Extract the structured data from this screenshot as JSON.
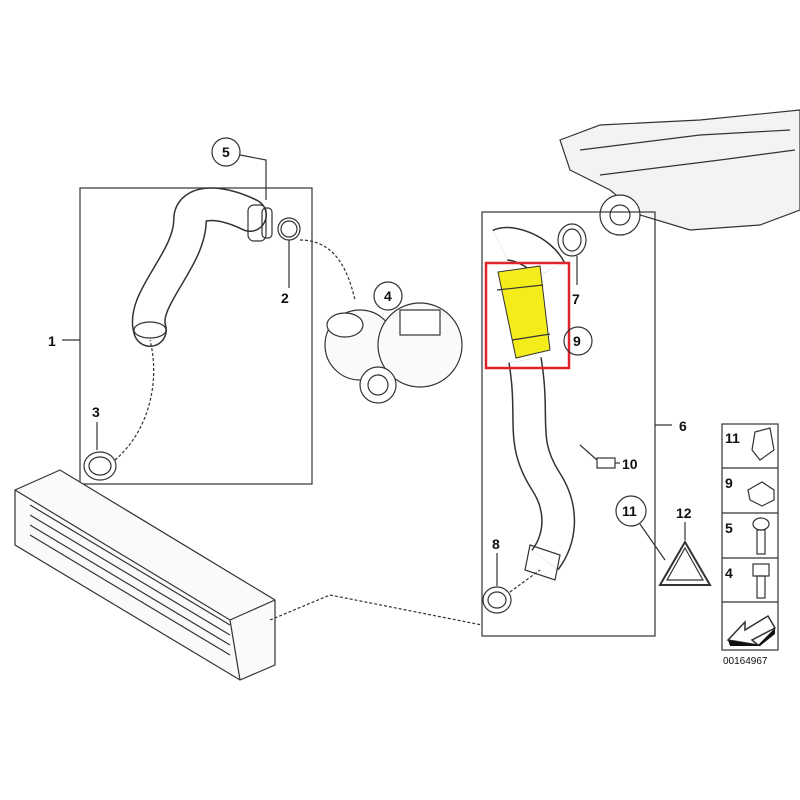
{
  "callouts": {
    "c1": "1",
    "c2": "2",
    "c3": "3",
    "c4": "4",
    "c5": "5",
    "c6": "6",
    "c7": "7",
    "c8": "8",
    "c9": "9",
    "c10": "10",
    "c11": "11",
    "c12": "12"
  },
  "legend": {
    "items": [
      "11",
      "9",
      "5",
      "4"
    ]
  },
  "diagram_number": "00164967",
  "colors": {
    "highlight_fill": "#f5ec1c",
    "highlight_border": "#e0222a"
  }
}
